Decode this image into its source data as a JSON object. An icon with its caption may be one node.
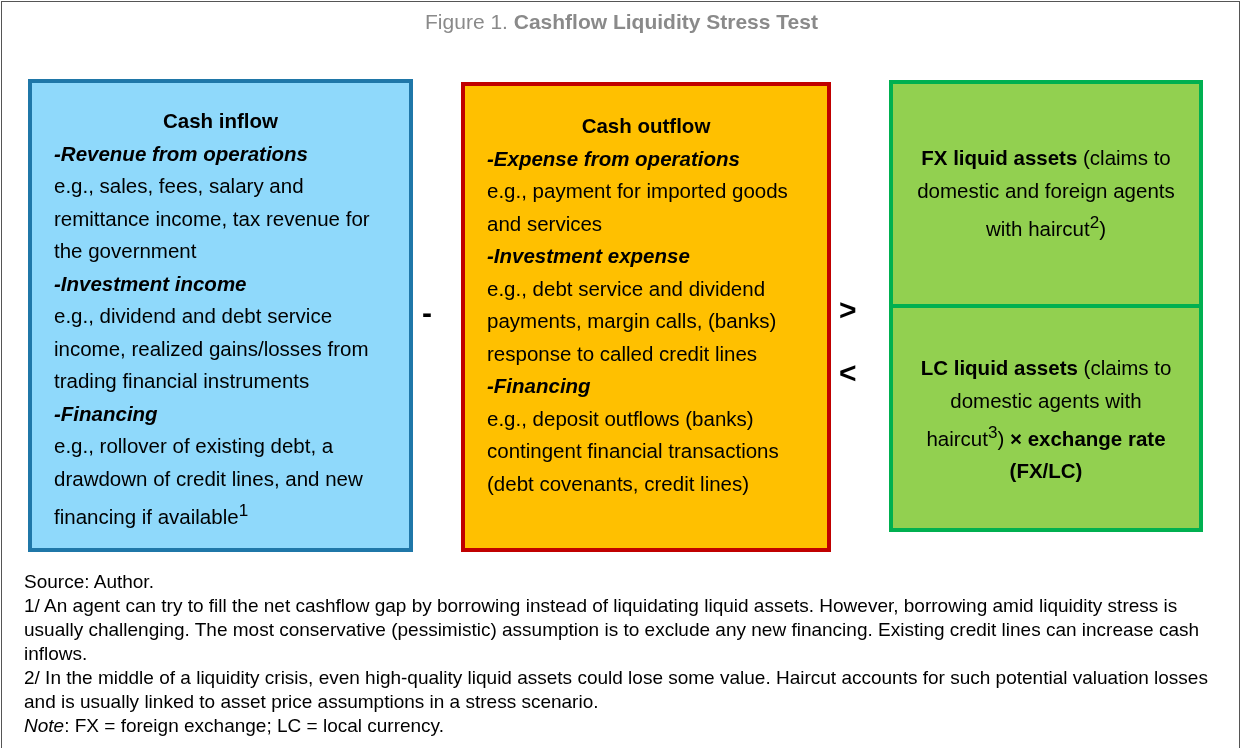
{
  "diagram": {
    "title": "Figure 1. **Cashflow Liquidity Stress Test**",
    "nodes": [
      {
        "text": [
          "Cash inflow",
          "-Revenue from operations",
          "e.g., sales, fees, salary and remittance income, tax revenue for the government",
          "-Investment income",
          "e.g., dividend and debt service income, realized gains/losses from trading financial instruments",
          "-Financing",
          "e.g., rollover of existing debt, a drawdown of credit lines, and new financing if available$^{1}$"
        ]
      },
      {
        "text": [
          "Cash outflow",
          "-Expense from operations",
          "e.g., payment for imported goods and services",
          "-Investment expense",
          "e.g., debt service and dividend payments, margin calls, (banks) response to called credit lines",
          "-Financing",
          "e.g., deposit outflows (banks) contingent financial transactions (debt covenants, credit lines)"
        ]
      },
      {
        "text": [],
        "shape": "box"
      },
      {
        "text": [
          "**FX liquid assets** (claims to domestic and foreign agents with haircut$^{2}$)"
        ],
        "in": 2
      },
      {
        "text": [
          "**LC liquid assets** (claims to domestic agents with haircut$^{3}$) **× exchange rate (FX/LC)**"
        ],
        "in": 2
      }
    ],
    "labels": [
      "-",
      ">",
      "<",
      "Source: Author.",
      "1/ An agent can try to fill the net cashflow gap by borrowing instead of liquidating liquid assets. However, borrowing amid liquidity stress is usually challenging. The most conservative (pessimistic) assumption is to exclude any new financing. Existing credit lines can increase cash inflows.",
      "2/ In the middle of a liquidity crisis, even high-quality liquid assets could lose some value. Haircut accounts for such potential valuation losses and is usually linked to asset price assumptions in a stress scenario.",
      "*Note*: FX = foreign exchange; LC = local currency."
    ]
  }
}
